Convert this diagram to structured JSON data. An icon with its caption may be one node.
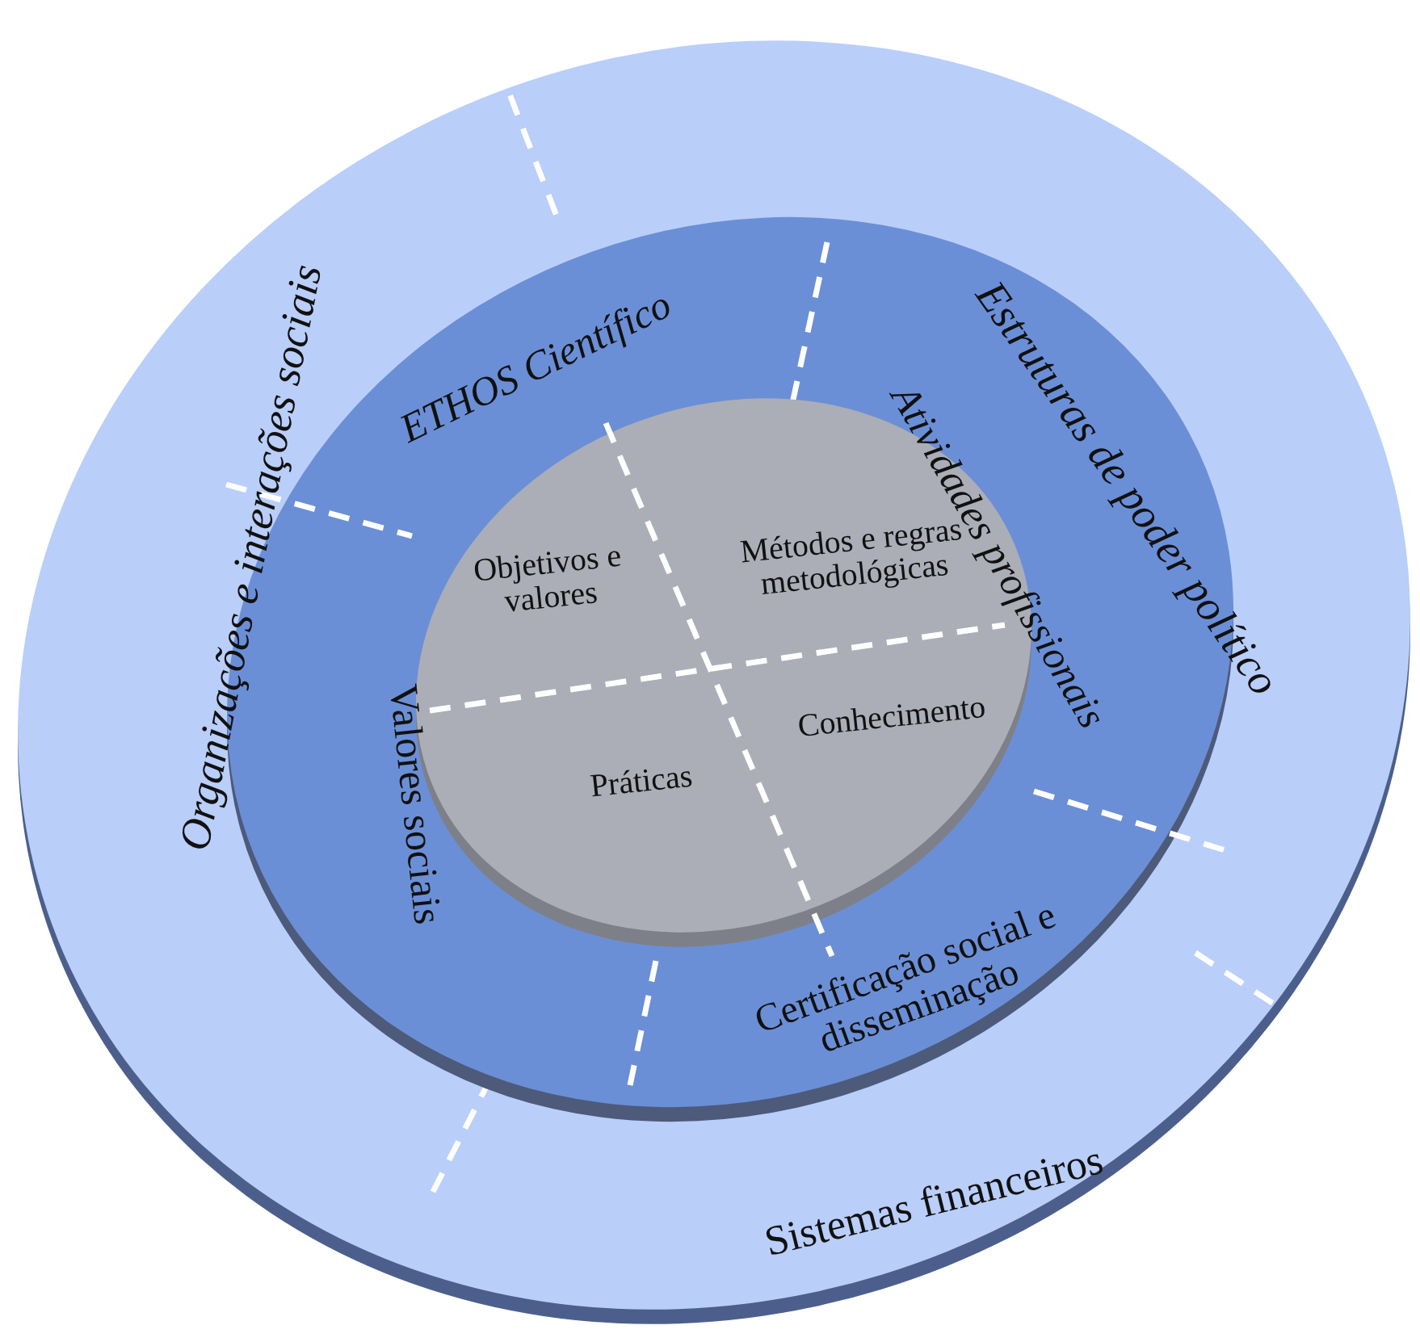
{
  "diagram": {
    "nodes": [
      {
        "text": [],
        "shape": "ellipse"
      },
      {
        "text": [
          "Organizações e interações sociais"
        ],
        "in": 0
      },
      {
        "text": [
          "Estruturas de poder político"
        ],
        "in": 0
      },
      {
        "text": [
          "Sistemas financeiros"
        ],
        "in": 0
      },
      {
        "text": [],
        "shape": "ellipse",
        "in": 0
      },
      {
        "text": [
          "ETHOS Científico"
        ],
        "in": 4
      },
      {
        "text": [
          "Atividades profissionais"
        ],
        "in": 4
      },
      {
        "text": [
          "Certificação social e disseminação"
        ],
        "in": 4
      },
      {
        "text": [
          "Valores sociais"
        ],
        "in": 4
      },
      {
        "text": [],
        "shape": "ellipse",
        "in": 4
      },
      {
        "text": [
          "Objetivos e valores"
        ],
        "in": 9
      },
      {
        "text": [
          "Métodos e regras metodológicas"
        ],
        "in": 9
      },
      {
        "text": [
          "Práticas"
        ],
        "in": 9
      },
      {
        "text": [
          "Conhecimento"
        ],
        "in": 9
      }
    ],
    "edges": []
  }
}
